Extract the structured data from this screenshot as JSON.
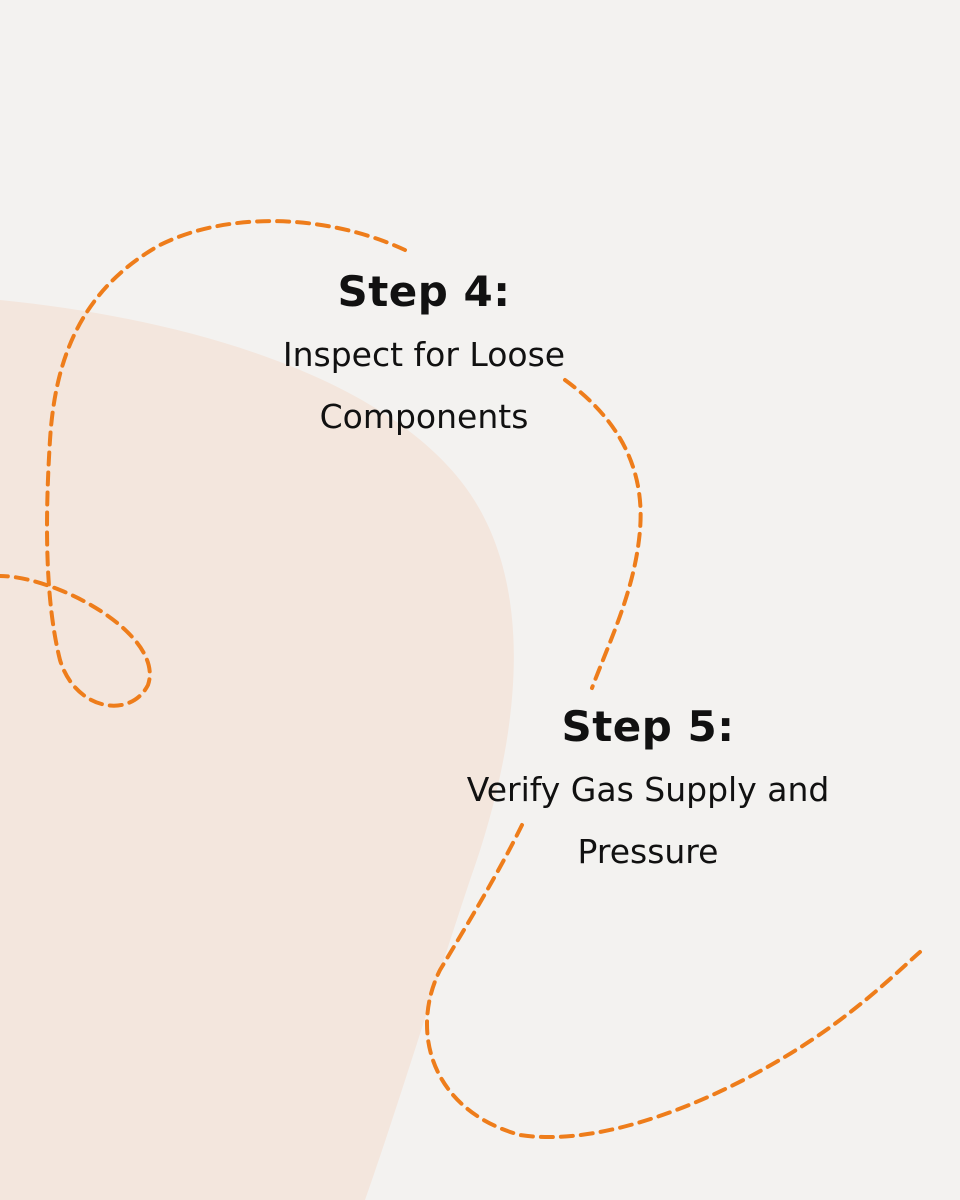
{
  "colors": {
    "background": "#f3f2f0",
    "blob": "#f3e6dd",
    "dashed_line": "#ee7d1b",
    "text": "#111111"
  },
  "steps": [
    {
      "title": "Step 4:",
      "description_line1": "Inspect for Loose",
      "description_line2": "Components"
    },
    {
      "title": "Step 5:",
      "description_line1": "Verify Gas Supply and",
      "description_line2": "Pressure"
    }
  ]
}
